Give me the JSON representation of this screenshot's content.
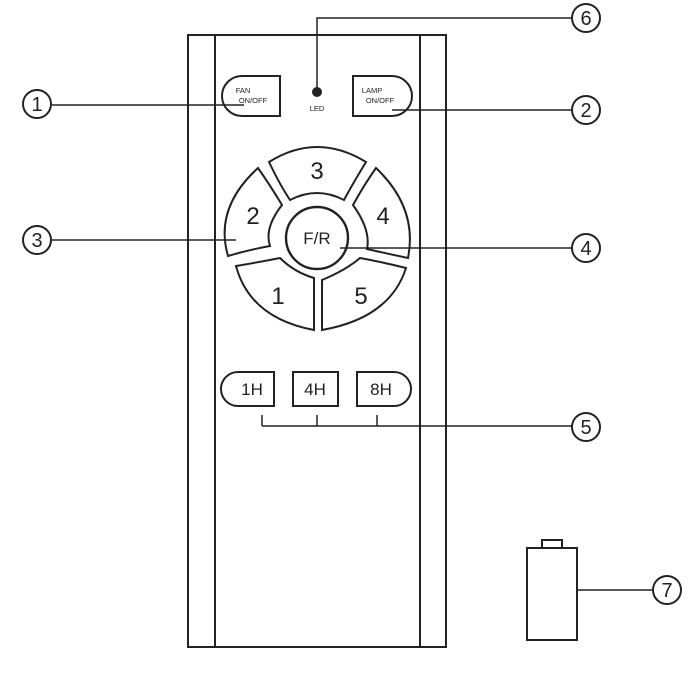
{
  "remote": {
    "fan_button": {
      "line1": "FAN",
      "line2": "ON/OFF"
    },
    "lamp_button": {
      "line1": "LAMP",
      "line2": "ON/OFF"
    },
    "led_label": "LED",
    "speed_buttons": [
      "1",
      "2",
      "3",
      "4",
      "5"
    ],
    "center_button": "F/R",
    "timer_buttons": [
      "1H",
      "4H",
      "8H"
    ]
  },
  "callouts": [
    "1",
    "2",
    "3",
    "4",
    "5",
    "6",
    "7"
  ],
  "colors": {
    "stroke": "#222222",
    "background": "#ffffff"
  }
}
